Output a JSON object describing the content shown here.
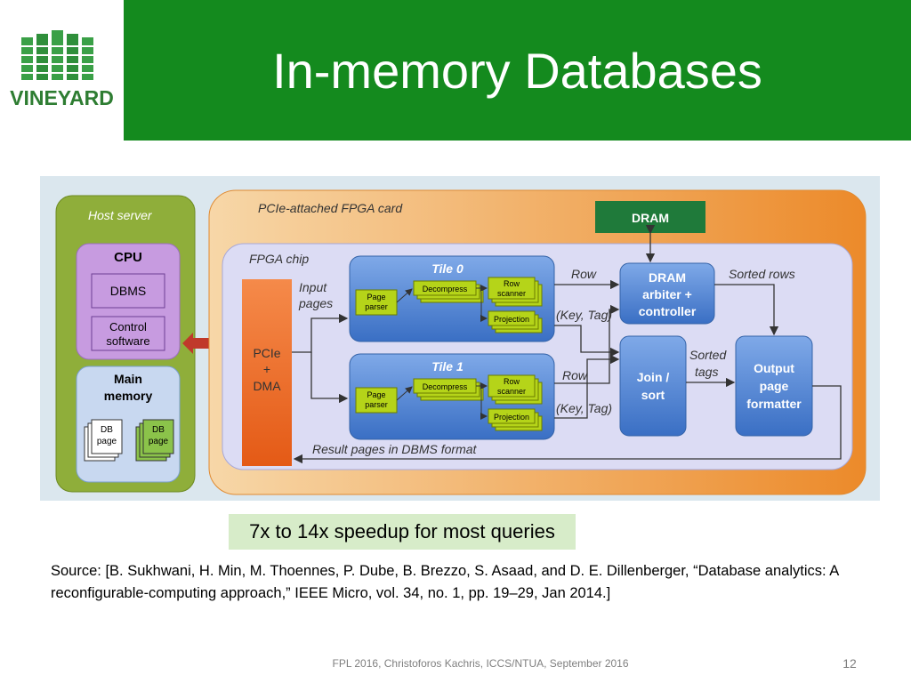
{
  "slide": {
    "title": "In-memory Databases",
    "logo_text": "VINEYARD",
    "callout": "7x to 14x speedup for most queries",
    "source": "Source: [B. Sukhwani, H. Min, M. Thoennes, P. Dube, B. Brezzo, S. Asaad, and D. E. Dillenberger, “Database analytics: A reconfigurable-computing approach,” IEEE Micro, vol. 34, no. 1, pp. 19–29, Jan 2014.]",
    "footer": "FPL 2016, Christoforos Kachris, ICCS/NTUA, September 2016",
    "page_number": "12"
  },
  "diagram": {
    "host_server": "Host server",
    "cpu": "CPU",
    "dbms": "DBMS",
    "control_software_1": "Control",
    "control_software_2": "software",
    "main_memory_1": "Main",
    "main_memory_2": "memory",
    "db_page_1": "DB",
    "db_page_2": "page",
    "fpga_card": "PCIe-attached FPGA card",
    "dram": "DRAM",
    "fpga_chip": "FPGA chip",
    "input_pages_1": "Input",
    "input_pages_2": "pages",
    "pcie_1": "PCIe",
    "pcie_2": "+",
    "pcie_3": "DMA",
    "tile0": "Tile 0",
    "tile1": "Tile 1",
    "page_parser_1": "Page",
    "page_parser_2": "parser",
    "decompress": "Decompress",
    "row_scanner_1": "Row",
    "row_scanner_2": "scanner",
    "projection": "Projection",
    "row": "Row",
    "key_tag": "(Key, Tag)",
    "dram_arbiter_1": "DRAM",
    "dram_arbiter_2": "arbiter +",
    "dram_arbiter_3": "controller",
    "sorted_rows": "Sorted rows",
    "join_sort_1": "Join /",
    "join_sort_2": "sort",
    "sorted_tags_1": "Sorted",
    "sorted_tags_2": "tags",
    "output_1": "Output",
    "output_2": "page",
    "output_3": "formatter",
    "result_pages": "Result pages in DBMS format"
  }
}
